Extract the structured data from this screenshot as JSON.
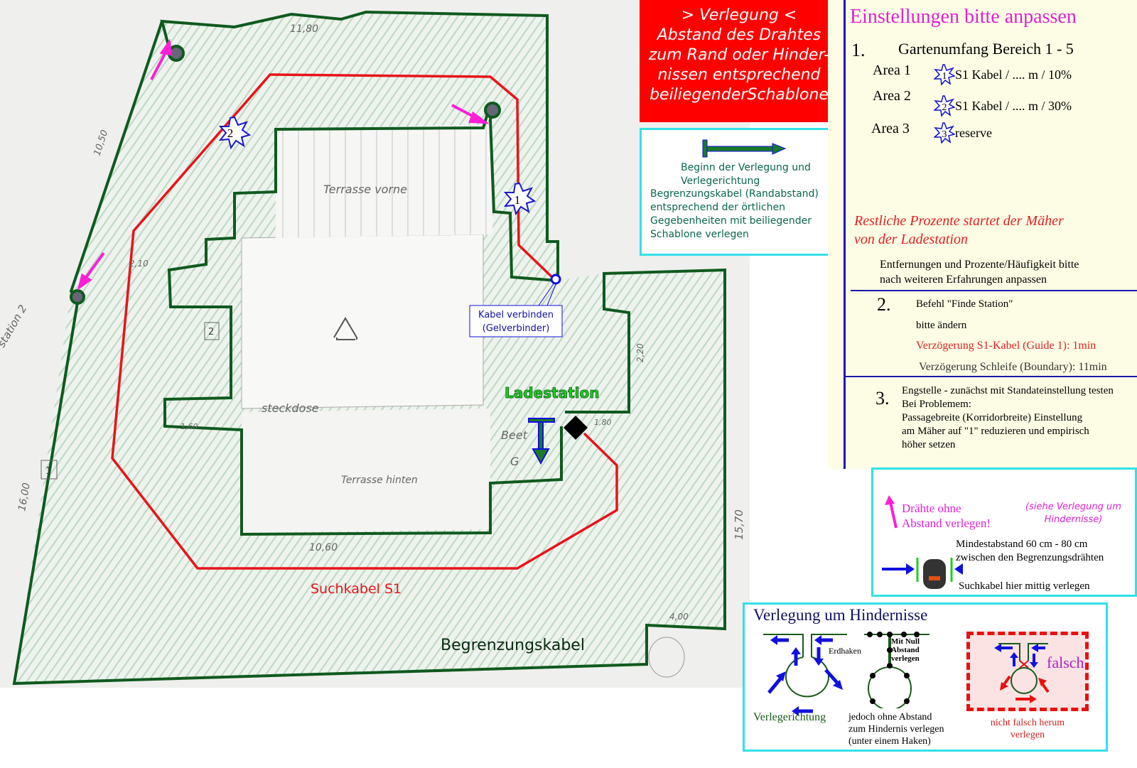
{
  "map": {
    "labels": {
      "terrasse_vorne": "Terrasse vorne",
      "terrasse_hinten": "Terrasse hinten",
      "steckdose": "steckdose",
      "beet": "Beet",
      "g": "G",
      "station2": "station 2",
      "marker1": "1",
      "marker2": "2"
    },
    "dimensions": [
      "11,80",
      "10,50",
      "10,60",
      "15,70",
      "16,00",
      "4,00",
      "2,20",
      "2,10",
      "1,80",
      "1,60"
    ],
    "area_markers": [
      "1",
      "2"
    ],
    "kabel_verbinden": "Kabel verbinden",
    "gelverbinder": "(Gelverbinder)",
    "ladestation": "Ladestation",
    "suchkabel": "Suchkabel S1",
    "begrenzungskabel": "Begrenzungskabel",
    "colors": {
      "boundary": "#0f5a1e",
      "guide": "#e8141a",
      "arrow": "#ff1ed8"
    }
  },
  "verlegung_box": {
    "line1": "> Verlegung <",
    "line2": "Abstand des Drahtes",
    "line3": "zum Rand oder Hinder-",
    "line4": "nissen entsprechend",
    "line5": "beiliegenderSchablone"
  },
  "start_box": {
    "line1": "Beginn der Verlegung und",
    "line2": "Verlegerichtung",
    "line3": "Begrenzungskabel (Randabstand)",
    "line4": "entsprechend der örtlichen",
    "line5": "Gegebenheiten mit beiliegender",
    "line6": "Schablone verlegen"
  },
  "settings": {
    "title": "Einstellungen bitte anpassen",
    "s1_num": "1.",
    "s1_title": "Gartenumfang Bereich 1 - 5",
    "areas": [
      {
        "label": "Area 1",
        "star": "1",
        "text": "S1 Kabel / .... m / 10%"
      },
      {
        "label": "Area 2",
        "star": "2",
        "text": "S1 Kabel / .... m / 30%"
      },
      {
        "label": "Area 3",
        "star": "3",
        "text": "reserve"
      }
    ],
    "rest_line1": "Restliche Prozente  startet der Mäher",
    "rest_line2": "von der Ladestation",
    "adjust_line1": "Entfernungen und Prozente/Häufigkeit bitte",
    "adjust_line2": "nach weiteren Erfahrungen anpassen",
    "s2_num": "2.",
    "s2_line1": "Befehl \"Finde Station\"",
    "s2_line2": "bitte ändern",
    "s2_line3": "Verzögerung S1-Kabel (Guide 1): 1min",
    "s2_line4": "Verzögerung Schleife (Boundary): 11min",
    "s3_num": "3.",
    "s3_line1": "Engstelle - zunächst mit Standateinstellung testen",
    "s3_line2": "Bei Problemem:",
    "s3_line3": "Passagebreite (Korridorbreite) Einstellung",
    "s3_line4": "am Mäher auf \"1\" reduzieren und empirisch",
    "s3_line5": "höher setzen"
  },
  "min_box": {
    "drahte1": "Drähte ohne",
    "drahte2": "Abstand verlegen!",
    "siehe1": "(siehe Verlegung um",
    "siehe2": "Hindernisse)",
    "mind1": "Mindestabstand 60 cm - 80 cm",
    "mind2": "zwischen den Begrenzungsdrähten",
    "such": "Suchkabel hier mittig verlegen"
  },
  "hind_box": {
    "title": "Verlegung um Hindernisse",
    "verlegerichtung": "Verlegerichtung",
    "erdhaken": "Erdhaken",
    "mitnull1": "Mit Null",
    "mitnull2": "Abstand",
    "mitnull3": "verlegen",
    "jedoch1": "jedoch ohne Abstand",
    "jedoch2": "zum Hindernis verlegen",
    "jedoch3": "(unter einem Haken)",
    "falsch": "falsch",
    "nicht1": "nicht falsch herum",
    "nicht2": "verlegen"
  }
}
